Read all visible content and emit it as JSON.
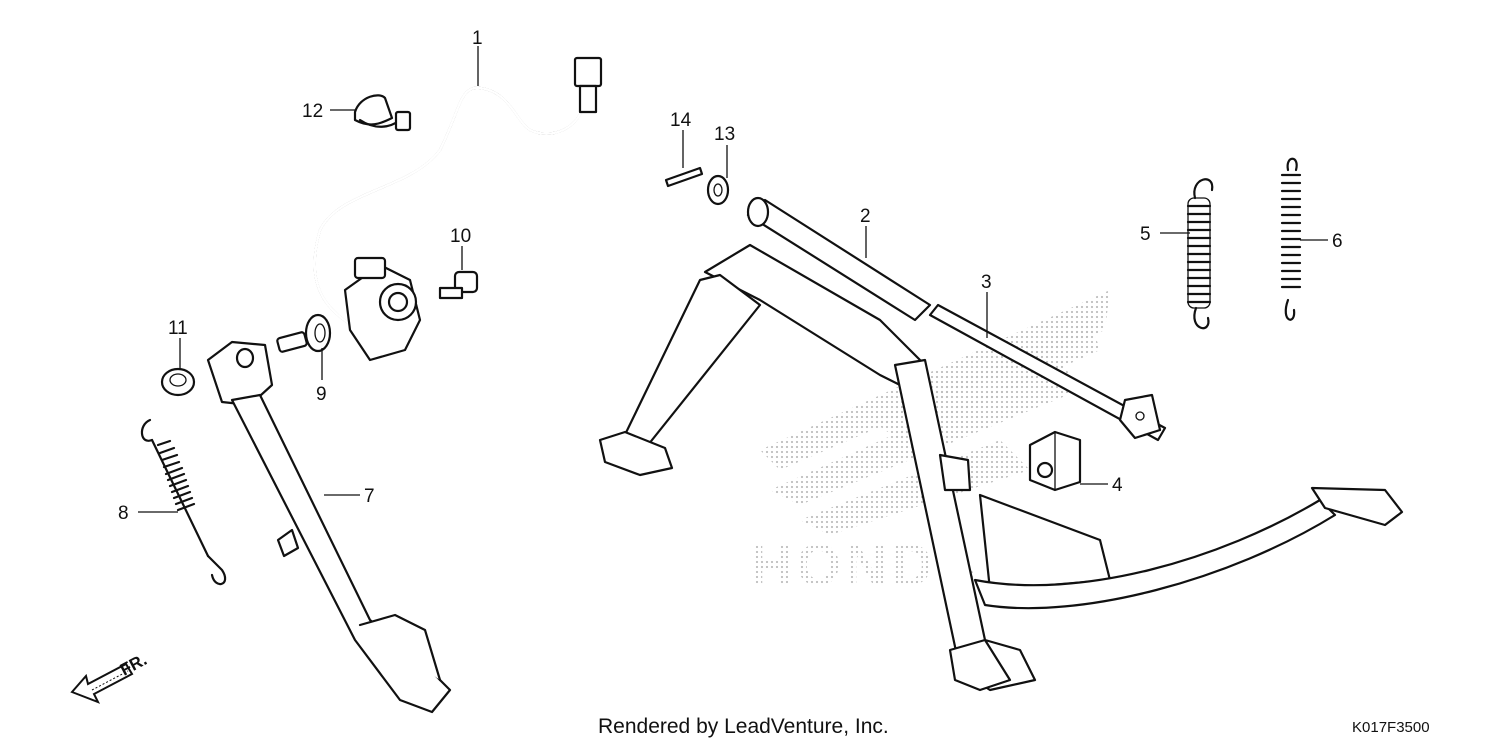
{
  "diagram": {
    "callouts": [
      {
        "id": "1",
        "label": "1"
      },
      {
        "id": "2",
        "label": "2"
      },
      {
        "id": "3",
        "label": "3"
      },
      {
        "id": "4",
        "label": "4"
      },
      {
        "id": "5",
        "label": "5"
      },
      {
        "id": "6",
        "label": "6"
      },
      {
        "id": "7",
        "label": "7"
      },
      {
        "id": "8",
        "label": "8"
      },
      {
        "id": "9",
        "label": "9"
      },
      {
        "id": "10",
        "label": "10"
      },
      {
        "id": "11",
        "label": "11"
      },
      {
        "id": "12",
        "label": "12"
      },
      {
        "id": "13",
        "label": "13"
      },
      {
        "id": "14",
        "label": "14"
      }
    ],
    "direction_label": "FR.",
    "footer_credit": "Rendered by LeadVenture, Inc.",
    "diagram_code": "K017F3500",
    "watermark": "HONDA",
    "colors": {
      "ink": "#111111",
      "watermark": "#bdbdbd",
      "background": "#ffffff"
    }
  }
}
